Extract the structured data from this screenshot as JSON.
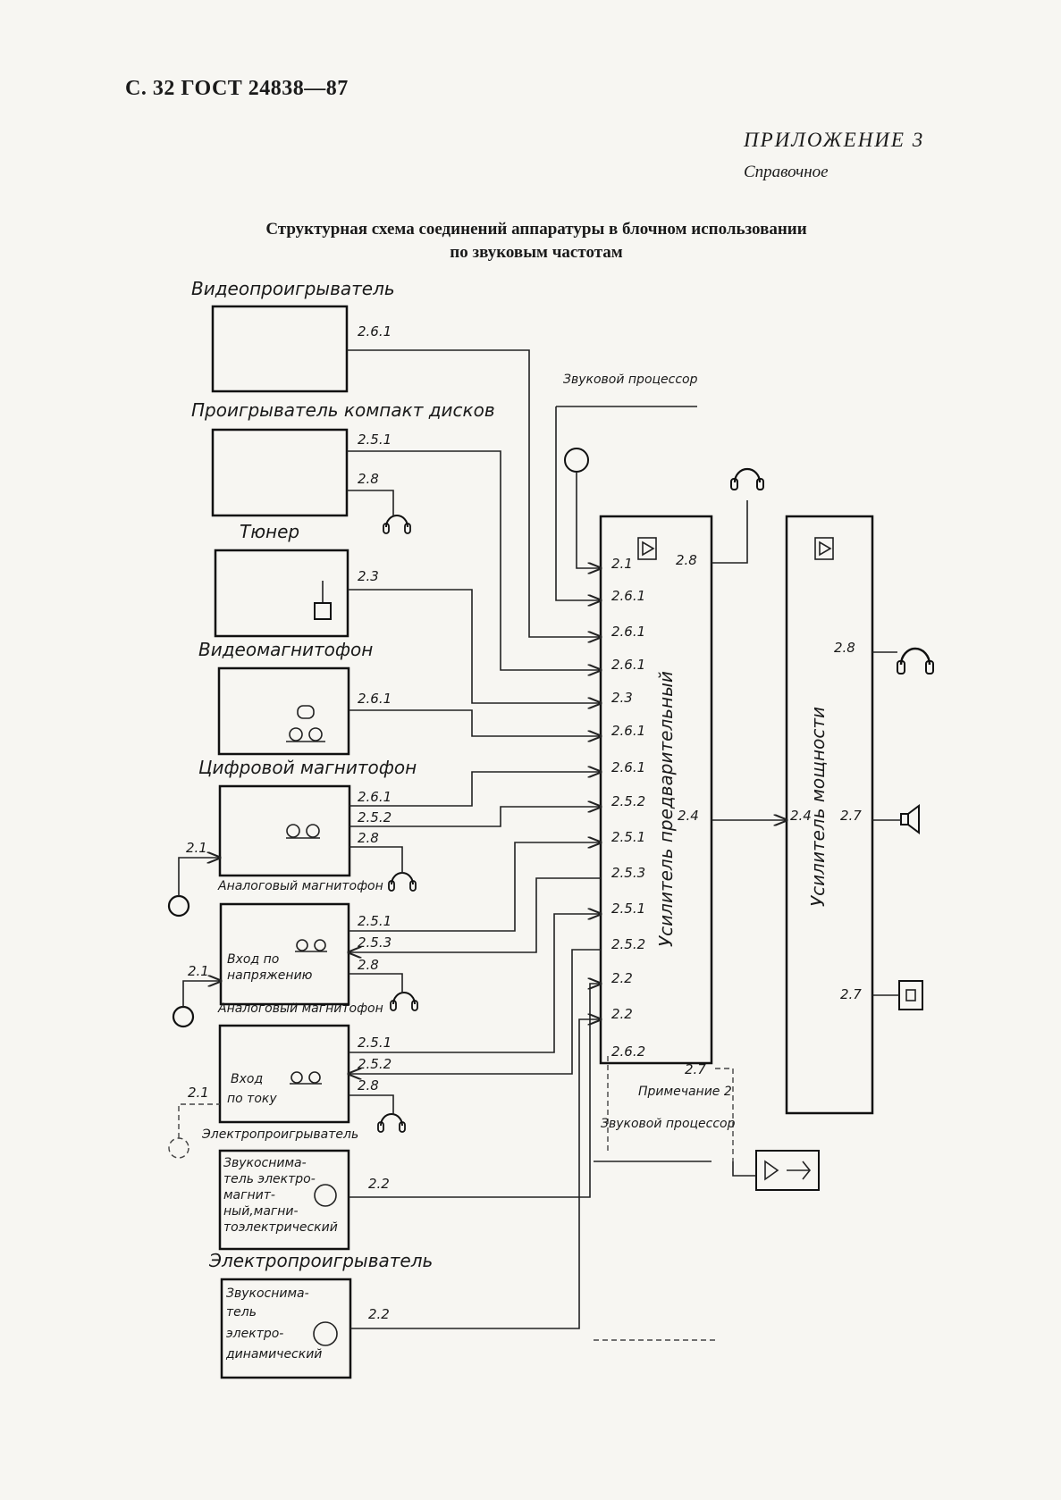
{
  "header": {
    "page_ref": "С. 32 ГОСТ 24838—87",
    "appendix": "ПРИЛОЖЕНИЕ 3",
    "appendix_type": "Справочное"
  },
  "title": {
    "line1": "Структурная схема соединений аппаратуры в блочном использовании",
    "line2": "по звуковым частотам"
  },
  "devices": {
    "video_player": "Видеопроигрыватель",
    "cd_player": "Проигрыватель компакт дисков",
    "tuner": "Тюнер",
    "vcr": "Видеомагнитофон",
    "digital_recorder": "Цифровой магнитофон",
    "analog_recorder_1": "Аналоговый магнитофон",
    "analog_recorder_2": "Аналоговый магнитофон",
    "turntable_1": "Электропроигрыватель",
    "turntable_2": "Электропроигрыватель",
    "sound_processor_top": "Звуковой процессор",
    "sound_processor_bottom": "Звуковой процессор",
    "preamp": "Усилитель предварительный",
    "power_amp": "Усилитель мощности"
  },
  "inner_labels": {
    "voltage_input_1": "Вход по",
    "voltage_input_2": "напряжению",
    "current_input_1": "Вход",
    "current_input_2": "по току",
    "pickup_em_1": "Звукоснима-",
    "pickup_em_2": "тель электро-",
    "pickup_em_3": "магнит-",
    "pickup_em_4": "ный,магни-",
    "pickup_em_5": "тоэлектрический",
    "pickup_ed_1": "Звукоснима-",
    "pickup_ed_2": "тель",
    "pickup_ed_3": "электро-",
    "pickup_ed_4": "динамический",
    "note": "Примечание 2"
  },
  "pins": {
    "p261": "2.6.1",
    "p251": "2.5.1",
    "p252": "2.5.2",
    "p253": "2.5.3",
    "p28": "2.8",
    "p23": "2.3",
    "p21": "2.1",
    "p22": "2.2",
    "p24": "2.4",
    "p262": "2.6.2",
    "p27": "2.7"
  }
}
